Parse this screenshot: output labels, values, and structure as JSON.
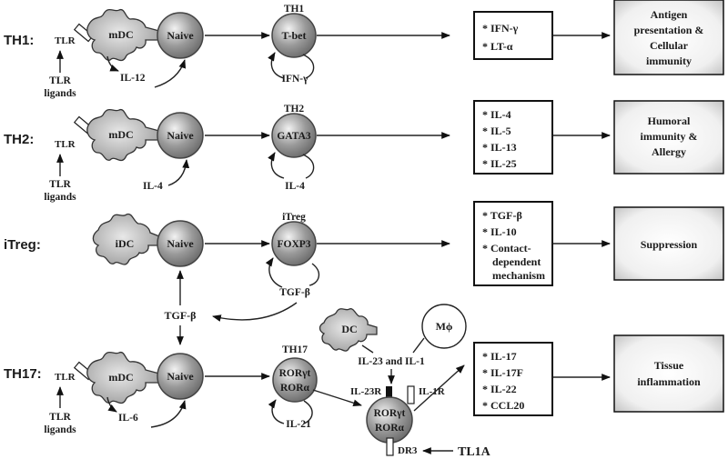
{
  "rows": [
    {
      "id": "th1",
      "row_label": "TH1:",
      "tlr": "TLR",
      "ligands": [
        "TLR",
        "ligands"
      ],
      "dc": "mDC",
      "naive": "Naive",
      "feedback_in": "IL-12",
      "subset": "TH1",
      "tf": [
        "T-bet"
      ],
      "feedback": "IFN-γ",
      "cytokines": [
        "* IFN-γ",
        "* LT-α"
      ],
      "outcome": [
        "Antigen",
        "presentation &",
        "Cellular",
        "immunity"
      ]
    },
    {
      "id": "th2",
      "row_label": "TH2:",
      "tlr": "TLR",
      "ligands": [
        "TLR",
        "ligands"
      ],
      "dc": "mDC",
      "naive": "Naive",
      "feedback_in": "IL-4",
      "subset": "TH2",
      "tf": [
        "GATA3"
      ],
      "feedback": "IL-4",
      "cytokines": [
        "* IL-4",
        "* IL-5",
        "* IL-13",
        "* IL-25"
      ],
      "outcome": [
        "Humoral",
        "immunity &",
        "Allergy"
      ]
    },
    {
      "id": "itreg",
      "row_label": "iTreg:",
      "dc": "iDC",
      "naive": "Naive",
      "subset": "iTreg",
      "tf": [
        "FOXP3"
      ],
      "feedback": "TGF-β",
      "cytokines": [
        "* TGF-β",
        "* IL-10",
        "* Contact-",
        "dependent",
        "mechanism"
      ],
      "outcome": [
        "Suppression"
      ]
    },
    {
      "id": "th17",
      "row_label": "TH17:",
      "tlr": "TLR",
      "ligands": [
        "TLR",
        "ligands"
      ],
      "dc": "mDC",
      "naive": "Naive",
      "feedback_in": "IL-6",
      "subset": "TH17",
      "tf": [
        "RORγt",
        "RORα"
      ],
      "feedback": "IL-21",
      "cytokines": [
        "* IL-17",
        "* IL-17F",
        "* IL-22",
        "* CCL20"
      ],
      "outcome": [
        "Tissue",
        "inflammation"
      ]
    }
  ],
  "shared": {
    "tgfb": "TGF-β",
    "dc2": "DC",
    "macrophage": "Mϕ",
    "il23_il1": "IL-23 and IL-1",
    "il23r": "IL-23R",
    "il1r": "IL-1R",
    "dr3": "DR3",
    "tl1a": "TL1A",
    "th17_tf2": [
      "RORγt",
      "RORα"
    ]
  }
}
